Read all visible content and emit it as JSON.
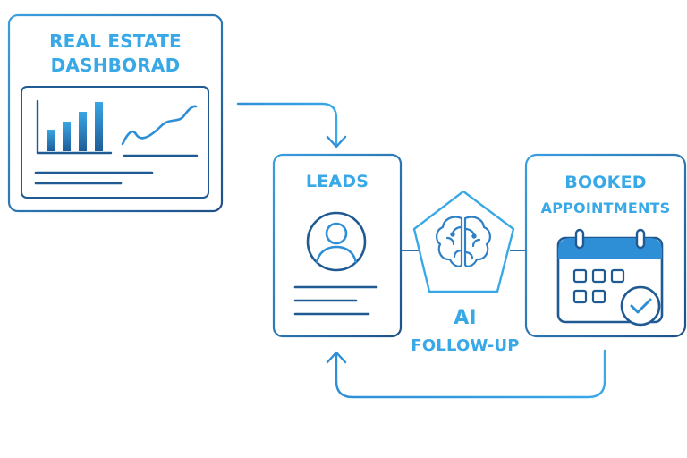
{
  "dashboard": {
    "title_line1": "REAL ESTATE",
    "title_line2": "DASHBORAD",
    "icon": "bar-line-chart-icon"
  },
  "leads": {
    "title": "LEADS",
    "icon": "user-profile-icon"
  },
  "ai": {
    "title_line1": "AI",
    "title_line2": "FOLLOW-UP",
    "icon": "brain-icon"
  },
  "booked": {
    "title_line1": "BOOKED",
    "title_line2": "APPOINTMENTS",
    "icon": "calendar-check-icon"
  },
  "colors": {
    "light_blue": "#38a9e6",
    "mid_blue": "#2b7fc0",
    "dark_blue": "#1d5b92",
    "frame": "#2f6fa8"
  }
}
